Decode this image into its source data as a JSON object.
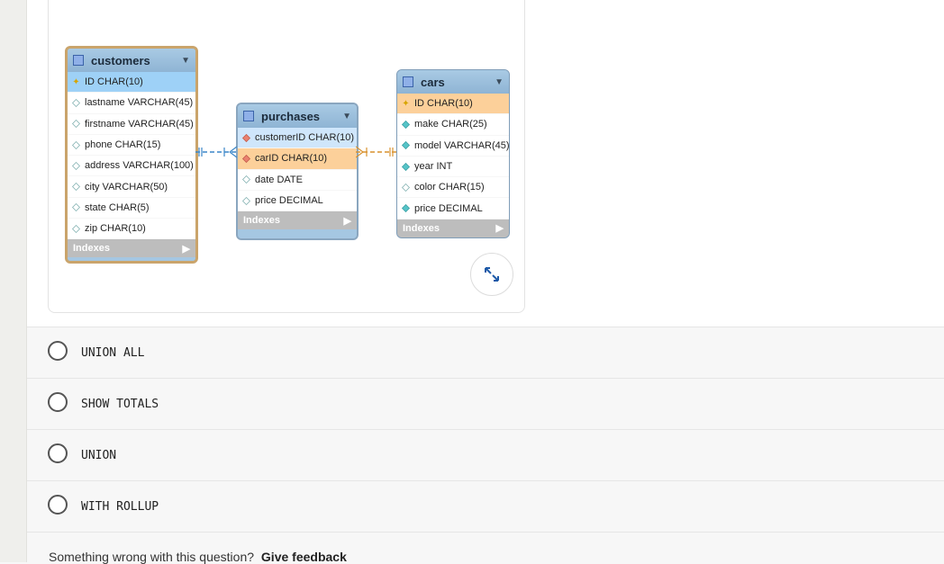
{
  "diagram": {
    "tables": {
      "customers": {
        "title": "customers",
        "fields": [
          "ID CHAR(10)",
          "lastname VARCHAR(45)",
          "firstname VARCHAR(45)",
          "phone CHAR(15)",
          "address VARCHAR(100)",
          "city VARCHAR(50)",
          "state CHAR(5)",
          "zip CHAR(10)"
        ],
        "indexes_label": "Indexes"
      },
      "purchases": {
        "title": "purchases",
        "fields": [
          "customerID CHAR(10)",
          "carID CHAR(10)",
          "date DATE",
          "price DECIMAL"
        ],
        "indexes_label": "Indexes"
      },
      "cars": {
        "title": "cars",
        "fields": [
          "ID CHAR(10)",
          "make CHAR(25)",
          "model VARCHAR(45)",
          "year INT",
          "color CHAR(15)",
          "price DECIMAL"
        ],
        "indexes_label": "Indexes"
      }
    },
    "expand_icon": "expand-arrows-icon"
  },
  "options": [
    {
      "label": "UNION ALL"
    },
    {
      "label": "SHOW TOTALS"
    },
    {
      "label": "UNION"
    },
    {
      "label": "WITH ROLLUP"
    }
  ],
  "footer": {
    "prompt": "Something wrong with this question?",
    "link": "Give feedback"
  }
}
